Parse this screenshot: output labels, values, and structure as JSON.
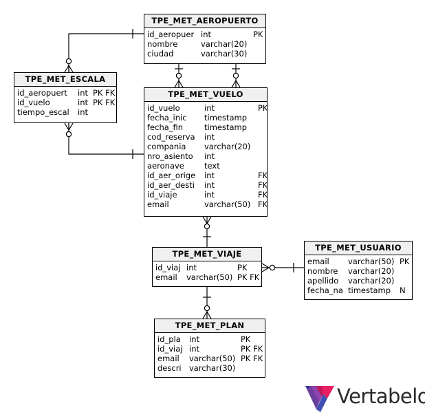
{
  "diagram": {
    "tables": [
      {
        "id": "aeropuerto",
        "name": "TPE_MET_AEROPUERTO",
        "columns": [
          {
            "name": "id_aeropuer",
            "type": "int",
            "keys": "PK"
          },
          {
            "name": "nombre",
            "type": "varchar(20)",
            "keys": ""
          },
          {
            "name": "ciudad",
            "type": "varchar(30)",
            "keys": ""
          }
        ]
      },
      {
        "id": "escala",
        "name": "TPE_MET_ESCALA",
        "columns": [
          {
            "name": "id_aeropuert",
            "type": "int",
            "keys": "PK FK"
          },
          {
            "name": "id_vuelo",
            "type": "int",
            "keys": "PK FK"
          },
          {
            "name": "tiempo_escal",
            "type": "int",
            "keys": ""
          }
        ]
      },
      {
        "id": "vuelo",
        "name": "TPE_MET_VUELO",
        "columns": [
          {
            "name": "id_vuelo",
            "type": "int",
            "keys": "PK"
          },
          {
            "name": "fecha_inic",
            "type": "timestamp",
            "keys": ""
          },
          {
            "name": "fecha_fin",
            "type": "timestamp",
            "keys": ""
          },
          {
            "name": "cod_reserva",
            "type": "int",
            "keys": ""
          },
          {
            "name": "compania",
            "type": "varchar(20)",
            "keys": ""
          },
          {
            "name": "nro_asiento",
            "type": "int",
            "keys": ""
          },
          {
            "name": "aeronave",
            "type": "text",
            "keys": ""
          },
          {
            "name": "id_aer_orige",
            "type": "int",
            "keys": "FK"
          },
          {
            "name": "id_aer_desti",
            "type": "int",
            "keys": "FK"
          },
          {
            "name": "id_viaje",
            "type": "int",
            "keys": "FK"
          },
          {
            "name": "email",
            "type": "varchar(50)",
            "keys": "FK"
          }
        ]
      },
      {
        "id": "viaje",
        "name": "TPE_MET_VIAJE",
        "columns": [
          {
            "name": "id_viaj",
            "type": "int",
            "keys": "PK"
          },
          {
            "name": "email",
            "type": "varchar(50)",
            "keys": "PK FK"
          }
        ]
      },
      {
        "id": "usuario",
        "name": "TPE_MET_USUARIO",
        "columns": [
          {
            "name": "email",
            "type": "varchar(50)",
            "keys": "PK"
          },
          {
            "name": "nombre",
            "type": "varchar(20)",
            "keys": ""
          },
          {
            "name": "apellido",
            "type": "varchar(20)",
            "keys": ""
          },
          {
            "name": "fecha_na",
            "type": "timestamp",
            "keys": "N"
          }
        ]
      },
      {
        "id": "plan",
        "name": "TPE_MET_PLAN",
        "columns": [
          {
            "name": "id_pla",
            "type": "int",
            "keys": "PK"
          },
          {
            "name": "id_viaj",
            "type": "int",
            "keys": "PK FK"
          },
          {
            "name": "email",
            "type": "varchar(50)",
            "keys": "PK FK"
          },
          {
            "name": "descri",
            "type": "varchar(30)",
            "keys": ""
          }
        ]
      }
    ],
    "relationships": [
      {
        "from": "aeropuerto",
        "to": "escala",
        "from_card": "one",
        "to_card": "zero-or-many"
      },
      {
        "from": "vuelo",
        "to": "escala",
        "from_card": "one",
        "to_card": "zero-or-many"
      },
      {
        "from": "aeropuerto",
        "to": "vuelo",
        "from_card": "one",
        "to_card": "zero-or-many"
      },
      {
        "from": "aeropuerto",
        "to": "vuelo",
        "from_card": "one",
        "to_card": "zero-or-many"
      },
      {
        "from": "viaje",
        "to": "vuelo",
        "from_card": "one",
        "to_card": "zero-or-many"
      },
      {
        "from": "usuario",
        "to": "viaje",
        "from_card": "one",
        "to_card": "zero-or-many"
      },
      {
        "from": "viaje",
        "to": "plan",
        "from_card": "one",
        "to_card": "zero-or-many"
      }
    ],
    "logo": {
      "text": "Vertabelo",
      "icon": "vertabelo-logo-icon",
      "colors": [
        "#6b3fa0",
        "#c2185b",
        "#e91e63",
        "#3f51b5"
      ]
    }
  }
}
